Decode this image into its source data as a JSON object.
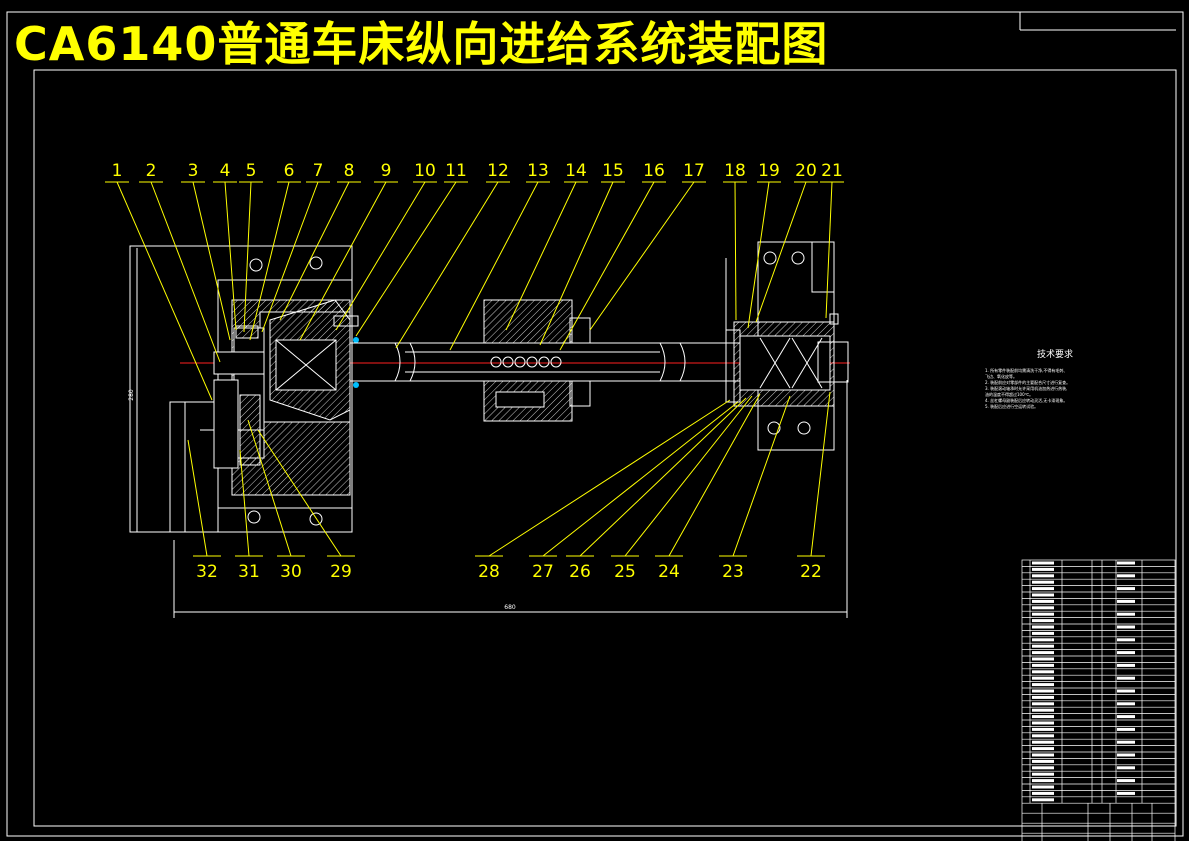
{
  "title": "CA6140普通车床纵向进给系统装配图",
  "part_labels_top": [
    "1",
    "2",
    "3",
    "4",
    "5",
    "6",
    "7",
    "8",
    "9",
    "10",
    "11",
    "12",
    "13",
    "14",
    "15",
    "16",
    "17",
    "18",
    "19",
    "20",
    "21"
  ],
  "part_labels_bottom": [
    "32",
    "31",
    "30",
    "29",
    "28",
    "27",
    "26",
    "25",
    "24",
    "23",
    "22"
  ],
  "dimensions": {
    "overall_length": "680",
    "height": "280"
  },
  "tech_requirements": {
    "heading": "技术要求",
    "lines": [
      "1. 所有零件装配前均需清洗干净,不得有毛刺、",
      "   飞边、氧化皮等。",
      "2. 装配前应对零部件的主要配合尺寸进行复查。",
      "3. 装配滚动轴承时允许采用机油加热进行热装,",
      "   油的温度不得超过100℃。",
      "4. 丝杠螺母副装配后应转动灵活,无卡滞现象。",
      "5. 装配后应进行空运转试验。"
    ]
  },
  "colors": {
    "background": "#000000",
    "outline": "#ffffff",
    "leader": "#ffff00",
    "centerline": "#ff0000",
    "hatch": "#00c000",
    "seal": "#00c0ff"
  }
}
